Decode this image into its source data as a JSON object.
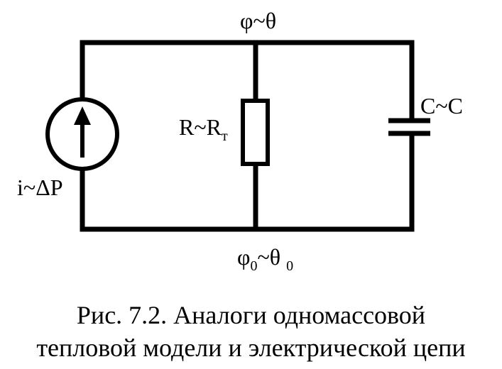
{
  "labels": {
    "top_node": "φ~θ",
    "resistor": "R~R",
    "resistor_sub": "т",
    "capacitor": "C~C",
    "source": "i~ΔP",
    "bottom_node": "φ",
    "bottom_node_sub1": "0",
    "bottom_node_mid": "~θ",
    "bottom_node_sub2": "0"
  },
  "caption": {
    "line1": "Рис. 7.2. Аналоги одномассовой",
    "line2": "тепловой модели и электрической цепи"
  }
}
